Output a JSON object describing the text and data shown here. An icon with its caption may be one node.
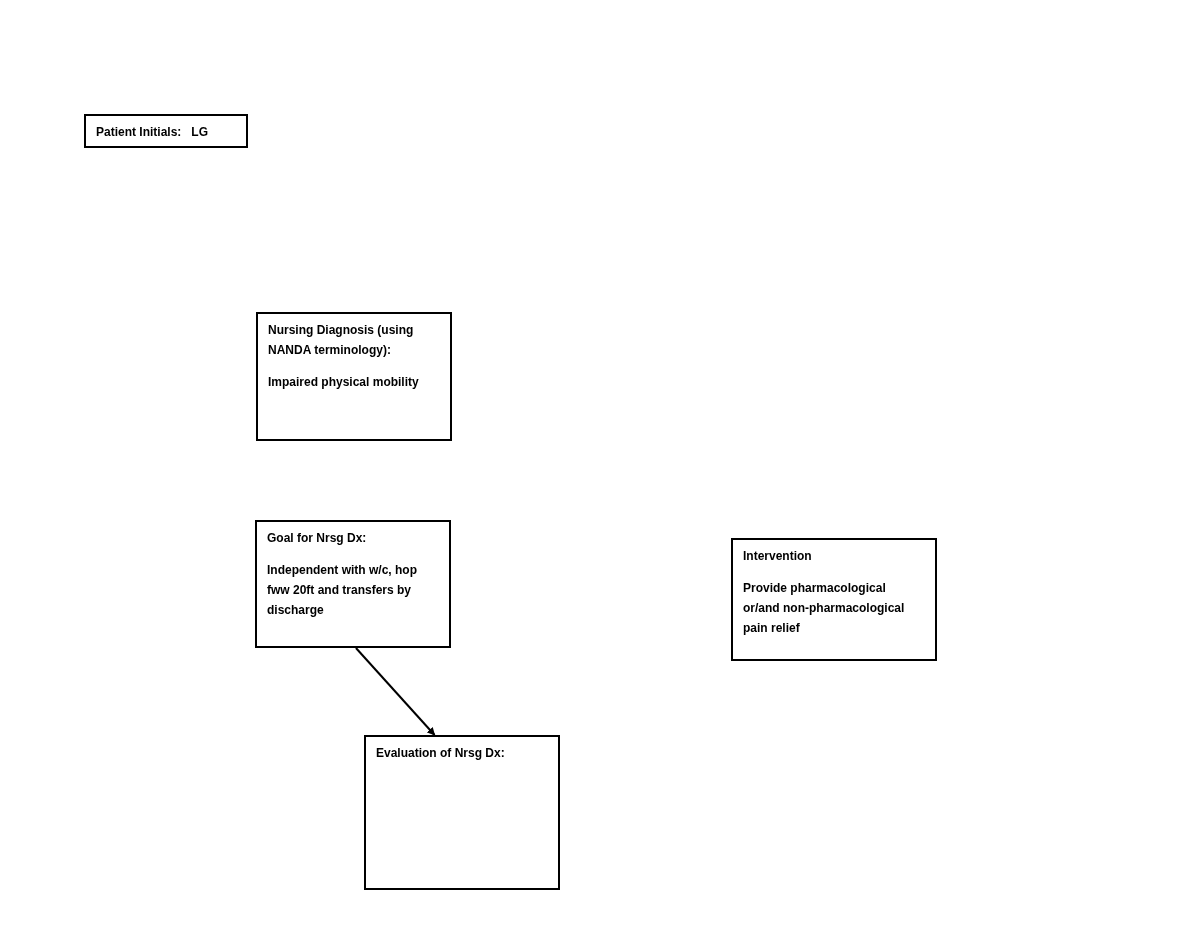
{
  "diagram": {
    "nodes": [
      {
        "text": [
          "Patient Initials:   LG"
        ]
      },
      {
        "text": [
          "Nursing Diagnosis (using NANDA terminology):",
          "Impaired physical mobility"
        ]
      },
      {
        "text": [
          "Goal for Nrsg Dx:",
          "Independent with w/c, hop fww 20ft and transfers by discharge"
        ]
      },
      {
        "text": [
          "Intervention",
          "Provide pharmacological or/and non-pharmacological pain relief"
        ]
      },
      {
        "text": [
          "Evaluation of Nrsg Dx:"
        ]
      }
    ],
    "edges": [
      {
        "from": 2,
        "to": 4,
        "arrow": "to"
      }
    ]
  }
}
